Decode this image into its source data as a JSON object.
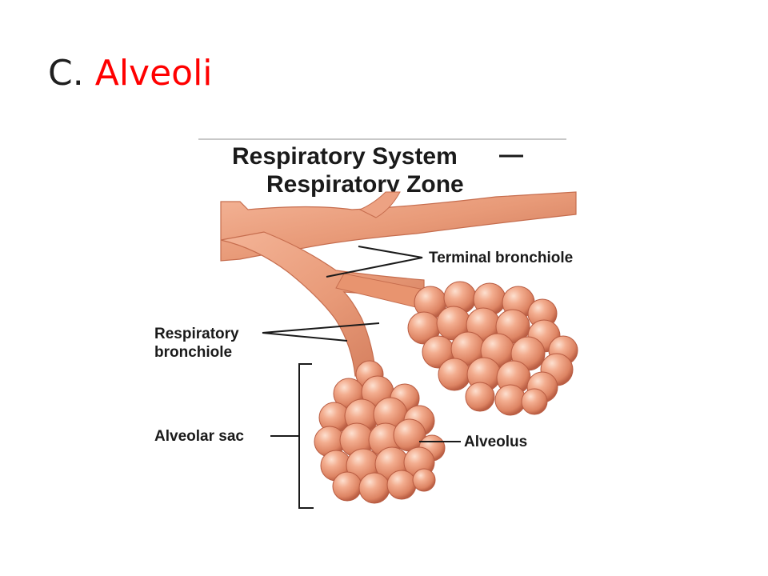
{
  "slide": {
    "title_prefix": "C.",
    "title_highlight": "Alveoli",
    "title_highlight_color": "#ff0000"
  },
  "figure": {
    "title_line1": "Respiratory System",
    "title_dash": "—",
    "title_line2": "Respiratory Zone",
    "labels": {
      "terminal_bronchiole": "Terminal bronchiole",
      "respiratory_bronchiole_1": "Respiratory",
      "respiratory_bronchiole_2": "bronchiole",
      "alveolar_sac": "Alveolar sac",
      "alveolus": "Alveolus"
    },
    "colors": {
      "tissue_light": "#f5b99e",
      "tissue_mid": "#e8906c",
      "tissue_dark": "#c26347"
    }
  }
}
